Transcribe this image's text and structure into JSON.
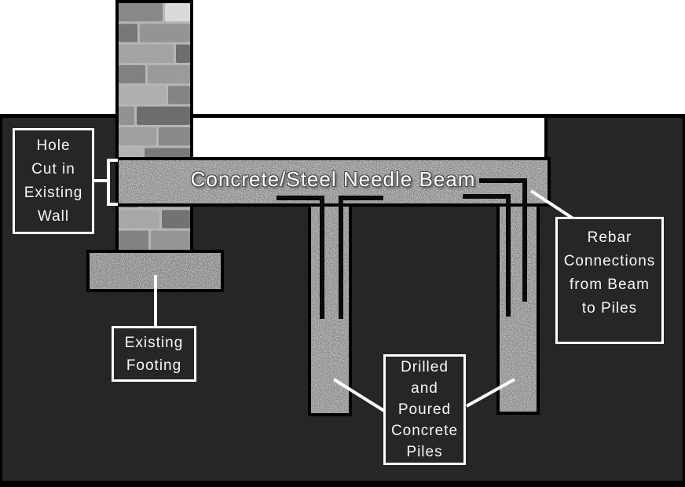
{
  "beam": {
    "label": "Concrete/Steel Needle Beam"
  },
  "labels": {
    "hole_cut": {
      "line1": "Hole",
      "line2": "Cut in",
      "line3": "Existing",
      "line4": "Wall"
    },
    "existing_footing": {
      "line1": "Existing",
      "line2": "Footing"
    },
    "rebar_connections": {
      "line1": "Rebar",
      "line2": "Connections",
      "line3": "from Beam",
      "line4": "to Piles"
    },
    "drilled_piles": {
      "line1": "Drilled",
      "line2": "and",
      "line3": "Poured",
      "line4": "Concrete",
      "line5": "Piles"
    }
  },
  "colors": {
    "background": "#ffffff",
    "ground": "#262626",
    "outline": "#000000",
    "concrete": "#a6a6a6",
    "rebar": "#0a0a0a",
    "label_border": "#ffffff",
    "label_text": "#f7f7f7",
    "leader_line": "#ffffff"
  }
}
